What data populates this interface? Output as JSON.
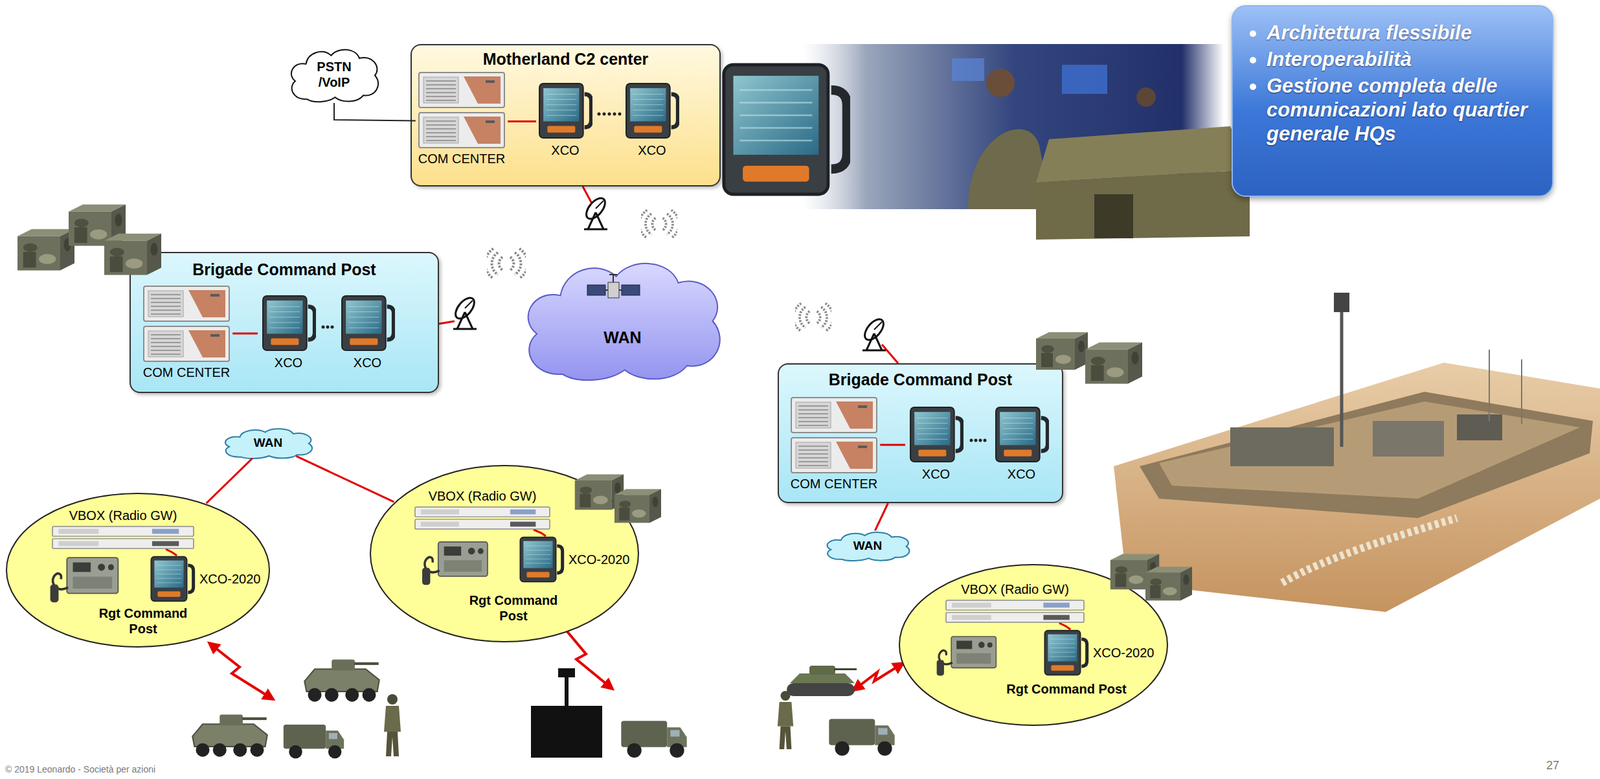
{
  "diagram": {
    "nodes": [
      {
        "text": [
          "PSTN /VoIP"
        ]
      },
      {
        "text": [
          "Motherland C2 center"
        ]
      },
      {
        "text": [
          "COM CENTER"
        ],
        "in": 1
      },
      {
        "text": [
          "XCO"
        ],
        "in": 1
      },
      {
        "text": [
          "XCO"
        ],
        "in": 1
      },
      {
        "text": [
          "Architettura flessibile",
          "Interoperabilità",
          "Gestione completa delle comunicazioni lato quartier generale HQs"
        ]
      },
      {
        "text": [
          "WAN"
        ]
      },
      {
        "text": [
          "Brigade Command Post"
        ]
      },
      {
        "text": [
          "COM CENTER"
        ],
        "in": 7
      },
      {
        "text": [
          "XCO"
        ],
        "in": 7
      },
      {
        "text": [
          "XCO"
        ],
        "in": 7
      },
      {
        "text": [
          "Brigade Command Post"
        ]
      },
      {
        "text": [
          "COM CENTER"
        ],
        "in": 11
      },
      {
        "text": [
          "XCO"
        ],
        "in": 11
      },
      {
        "text": [
          "XCO"
        ],
        "in": 11
      },
      {
        "text": [
          "WAN"
        ]
      },
      {
        "text": [
          "WAN"
        ]
      },
      {
        "text": [
          "Rgt Command Post"
        ]
      },
      {
        "text": [
          "VBOX (Radio GW)"
        ],
        "in": 17
      },
      {
        "text": [
          "XCO-2020"
        ],
        "in": 17
      },
      {
        "text": [
          "Rgt Command Post"
        ]
      },
      {
        "text": [
          "VBOX (Radio GW)"
        ],
        "in": 20
      },
      {
        "text": [
          "XCO-2020"
        ],
        "in": 20
      },
      {
        "text": [
          "Rgt Command Post"
        ]
      },
      {
        "text": [
          "VBOX (Radio GW)"
        ],
        "in": 23
      },
      {
        "text": [
          "XCO-2020"
        ],
        "in": 23
      }
    ],
    "edges": [
      {
        "from": 0,
        "to": 2,
        "arrow": "none"
      },
      {
        "from": 2,
        "to": 3,
        "arrow": "none"
      },
      {
        "from": 8,
        "to": 9,
        "arrow": "none"
      },
      {
        "from": 12,
        "to": 13,
        "arrow": "none"
      },
      {
        "from": 11,
        "to": 16,
        "arrow": "none"
      },
      {
        "from": 15,
        "to": 17,
        "arrow": "none"
      },
      {
        "from": 15,
        "to": 20,
        "arrow": "none"
      },
      {
        "from": 18,
        "to": 19,
        "arrow": "none"
      },
      {
        "from": 21,
        "to": 22,
        "arrow": "none"
      },
      {
        "from": 24,
        "to": 25,
        "arrow": "none"
      }
    ],
    "labels": [
      "© 2019 Leonardo - Società per azioni",
      "27"
    ]
  }
}
